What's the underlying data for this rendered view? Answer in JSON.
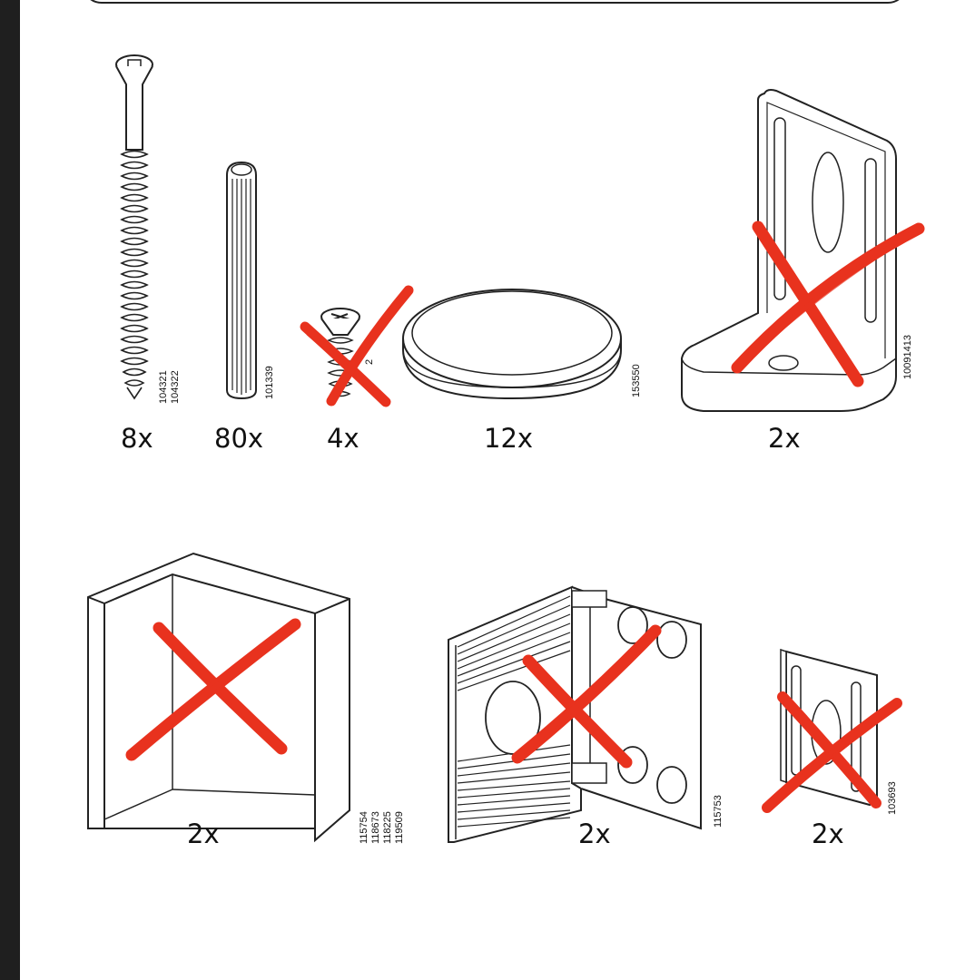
{
  "colors": {
    "line": "#222222",
    "cross": "#e8321e",
    "sidebar": "#1f1f1f"
  },
  "parts": [
    {
      "name": "long-screw",
      "quantity": "8x",
      "codes": [
        "104321",
        "104322"
      ],
      "crossed_out": false
    },
    {
      "name": "wood-dowel",
      "quantity": "80x",
      "codes": [
        "101339"
      ],
      "crossed_out": false
    },
    {
      "name": "short-screw",
      "quantity": "4x",
      "codes": [
        "2"
      ],
      "crossed_out": true
    },
    {
      "name": "round-pad",
      "quantity": "12x",
      "codes": [
        "153550"
      ],
      "crossed_out": false
    },
    {
      "name": "slotted-l-bracket",
      "quantity": "2x",
      "codes": [
        "10091413"
      ],
      "crossed_out": true
    },
    {
      "name": "corner-panel",
      "quantity": "2x",
      "codes": [
        "115754",
        "118673",
        "118225",
        "119509"
      ],
      "crossed_out": true
    },
    {
      "name": "hinge-bracket",
      "quantity": "2x",
      "codes": [
        "115753"
      ],
      "crossed_out": true
    },
    {
      "name": "small-slotted-plate",
      "quantity": "2x",
      "codes": [
        "103693"
      ],
      "crossed_out": true
    }
  ]
}
